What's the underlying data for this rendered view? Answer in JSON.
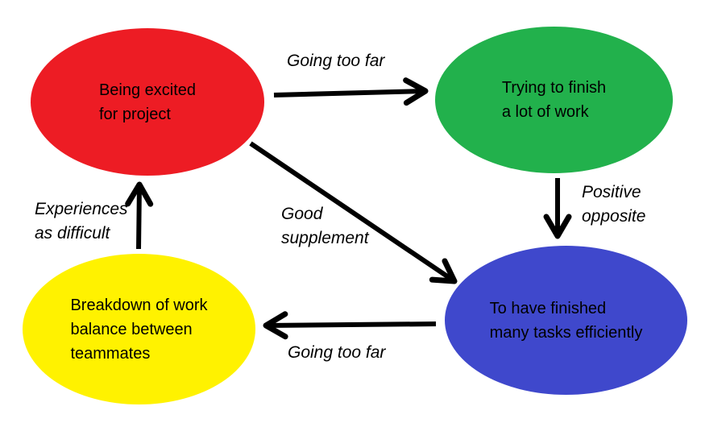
{
  "colors": {
    "red": "#ED1C24",
    "green": "#22B14C",
    "yellow": "#FFF200",
    "blue": "#3F48CC",
    "arrow": "#000000",
    "background": "#FFFFFF",
    "text": "#000000"
  },
  "diagram": {
    "type": "concept-cycle-diagram",
    "nodes": [
      {
        "id": "being-excited",
        "lines": [
          "Being excited",
          "for project"
        ],
        "color": "#ED1C24"
      },
      {
        "id": "trying-to-finish",
        "lines": [
          "Trying to finish",
          "a lot of work"
        ],
        "color": "#22B14C"
      },
      {
        "id": "breakdown",
        "lines": [
          "Breakdown of work",
          "balance between",
          "teammates"
        ],
        "color": "#FFF200"
      },
      {
        "id": "finished-tasks",
        "lines": [
          "To have finished",
          "many tasks efficiently"
        ],
        "color": "#3F48CC"
      }
    ],
    "edges": [
      {
        "from": "being-excited",
        "to": "trying-to-finish",
        "lines": [
          "Going too far"
        ]
      },
      {
        "from": "trying-to-finish",
        "to": "finished-tasks",
        "lines": [
          "Positive",
          "opposite"
        ]
      },
      {
        "from": "being-excited",
        "to": "finished-tasks",
        "lines": [
          "Good",
          "supplement"
        ]
      },
      {
        "from": "finished-tasks",
        "to": "breakdown",
        "lines": [
          "Going too far"
        ]
      },
      {
        "from": "breakdown",
        "to": "being-excited",
        "lines": [
          "Experiences",
          "as difficult"
        ]
      }
    ]
  }
}
